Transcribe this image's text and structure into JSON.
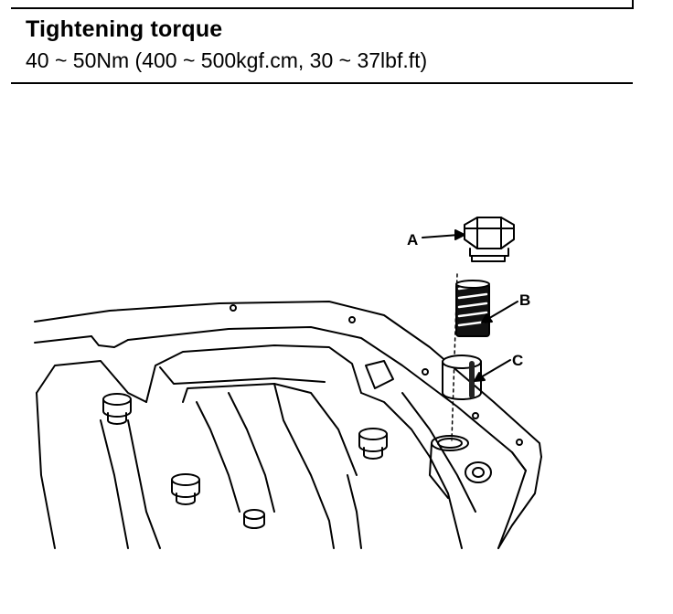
{
  "header": {
    "title": "Tightening torque",
    "specification": "40 ~ 50Nm (400 ~ 500kgf.cm, 30 ~ 37lbf.ft)"
  },
  "figure": {
    "callouts": [
      {
        "id": "A",
        "label": "A"
      },
      {
        "id": "B",
        "label": "B"
      },
      {
        "id": "C",
        "label": "C"
      }
    ]
  }
}
